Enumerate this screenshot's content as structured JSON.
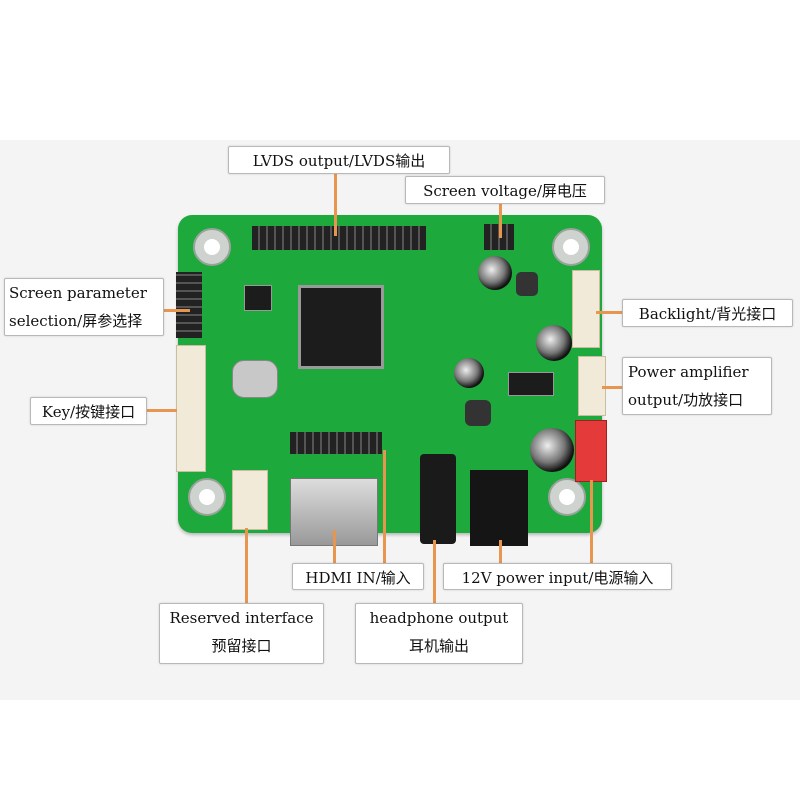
{
  "labels": {
    "lvds": "LVDS output/LVDS输出",
    "screen_voltage": "Screen voltage/屏电压",
    "screen_param_line1": "Screen parameter",
    "screen_param_line2": "selection/屏参选择",
    "backlight": "Backlight/背光接口",
    "key": "Key/按键接口",
    "power_amp_line1": "Power amplifier",
    "power_amp_line2": "output/功放接口",
    "hdmi_in": "HDMI IN/输入",
    "power_input": "12V power input/电源输入",
    "reserved_line1": "Reserved interface",
    "reserved_line2": "预留接口",
    "headphone_line1": "headphone output",
    "headphone_line2": "耳机输出"
  },
  "colors": {
    "board": "#1ea93c",
    "leader_line": "#e89550",
    "power_connector": "#e53a3a"
  }
}
